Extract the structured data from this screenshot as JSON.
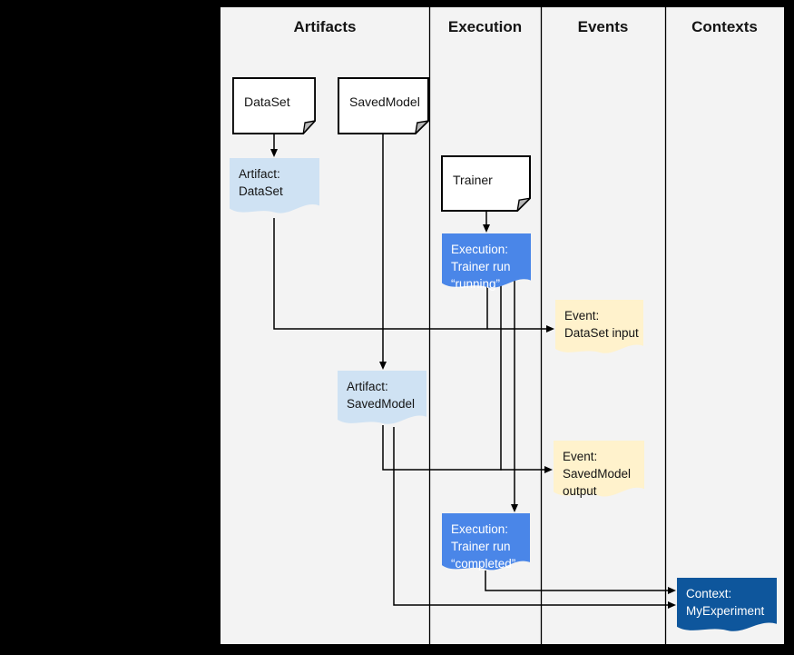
{
  "colors": {
    "frame-bg": "#000000",
    "canvas-bg": "#f3f3f3",
    "note-fill": "#ffffff",
    "note-border": "#000000",
    "fold-fill": "#b7b7b7",
    "artifact-fill": "#cfe2f3",
    "execution-fill": "#4a86e8",
    "event-fill": "#fff2cc",
    "context-fill": "#0e569c",
    "line-color": "#000000",
    "text-dark": "#141414",
    "text-light": "#ffffff"
  },
  "header": {
    "columns": [
      {
        "label": "Artifacts"
      },
      {
        "label": "Execution"
      },
      {
        "label": "Events"
      },
      {
        "label": "Contexts"
      }
    ]
  },
  "nodes": {
    "dataset": {
      "label": "DataSet",
      "kind": "note"
    },
    "savedmodel": {
      "label": "SavedModel",
      "kind": "note"
    },
    "trainer": {
      "label": "Trainer",
      "kind": "note"
    },
    "artifact_dataset": {
      "kind": "artifact",
      "lines": [
        "Artifact:",
        "DataSet"
      ]
    },
    "execution_running": {
      "kind": "execution",
      "lines": [
        "Execution:",
        "Trainer run",
        "“running”"
      ]
    },
    "event_dataset_input": {
      "kind": "event",
      "lines": [
        "Event:",
        "DataSet input"
      ]
    },
    "artifact_savedmodel": {
      "kind": "artifact",
      "lines": [
        "Artifact:",
        "SavedModel"
      ]
    },
    "event_savedmodel_output": {
      "kind": "event",
      "lines": [
        "Event:",
        "SavedModel",
        "output"
      ]
    },
    "execution_completed": {
      "kind": "execution",
      "lines": [
        "Execution:",
        "Trainer run",
        "“completed”"
      ]
    },
    "context_myexperiment": {
      "kind": "context",
      "lines": [
        "Context:",
        "MyExperiment"
      ]
    }
  }
}
